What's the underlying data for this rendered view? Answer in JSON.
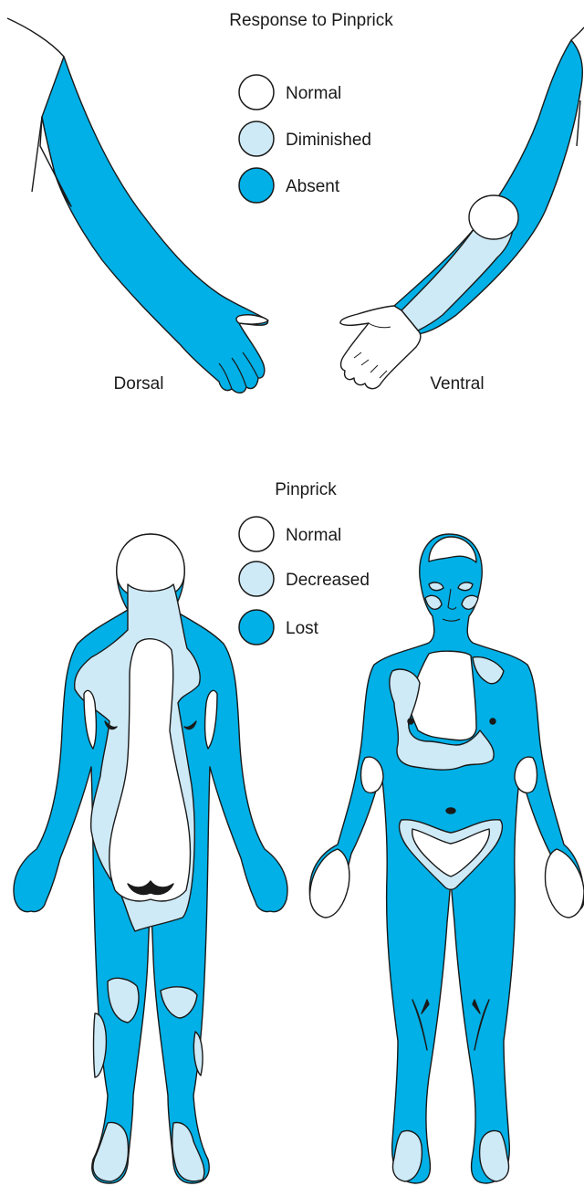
{
  "colors": {
    "normal": "#ffffff",
    "diminished": "#cfeaf7",
    "absent": "#00b0e6",
    "outline": "#1a1a1a"
  },
  "arm_panel": {
    "title": "Response to Pinprick",
    "legend": [
      {
        "label": "Normal",
        "level": "normal"
      },
      {
        "label": "Diminished",
        "level": "diminished"
      },
      {
        "label": "Absent",
        "level": "absent"
      }
    ],
    "dorsal_label": "Dorsal",
    "ventral_label": "Ventral"
  },
  "body_panel": {
    "title": "Pinprick",
    "legend": [
      {
        "label": "Normal",
        "level": "normal"
      },
      {
        "label": "Decreased",
        "level": "diminished"
      },
      {
        "label": "Lost",
        "level": "absent"
      }
    ]
  }
}
